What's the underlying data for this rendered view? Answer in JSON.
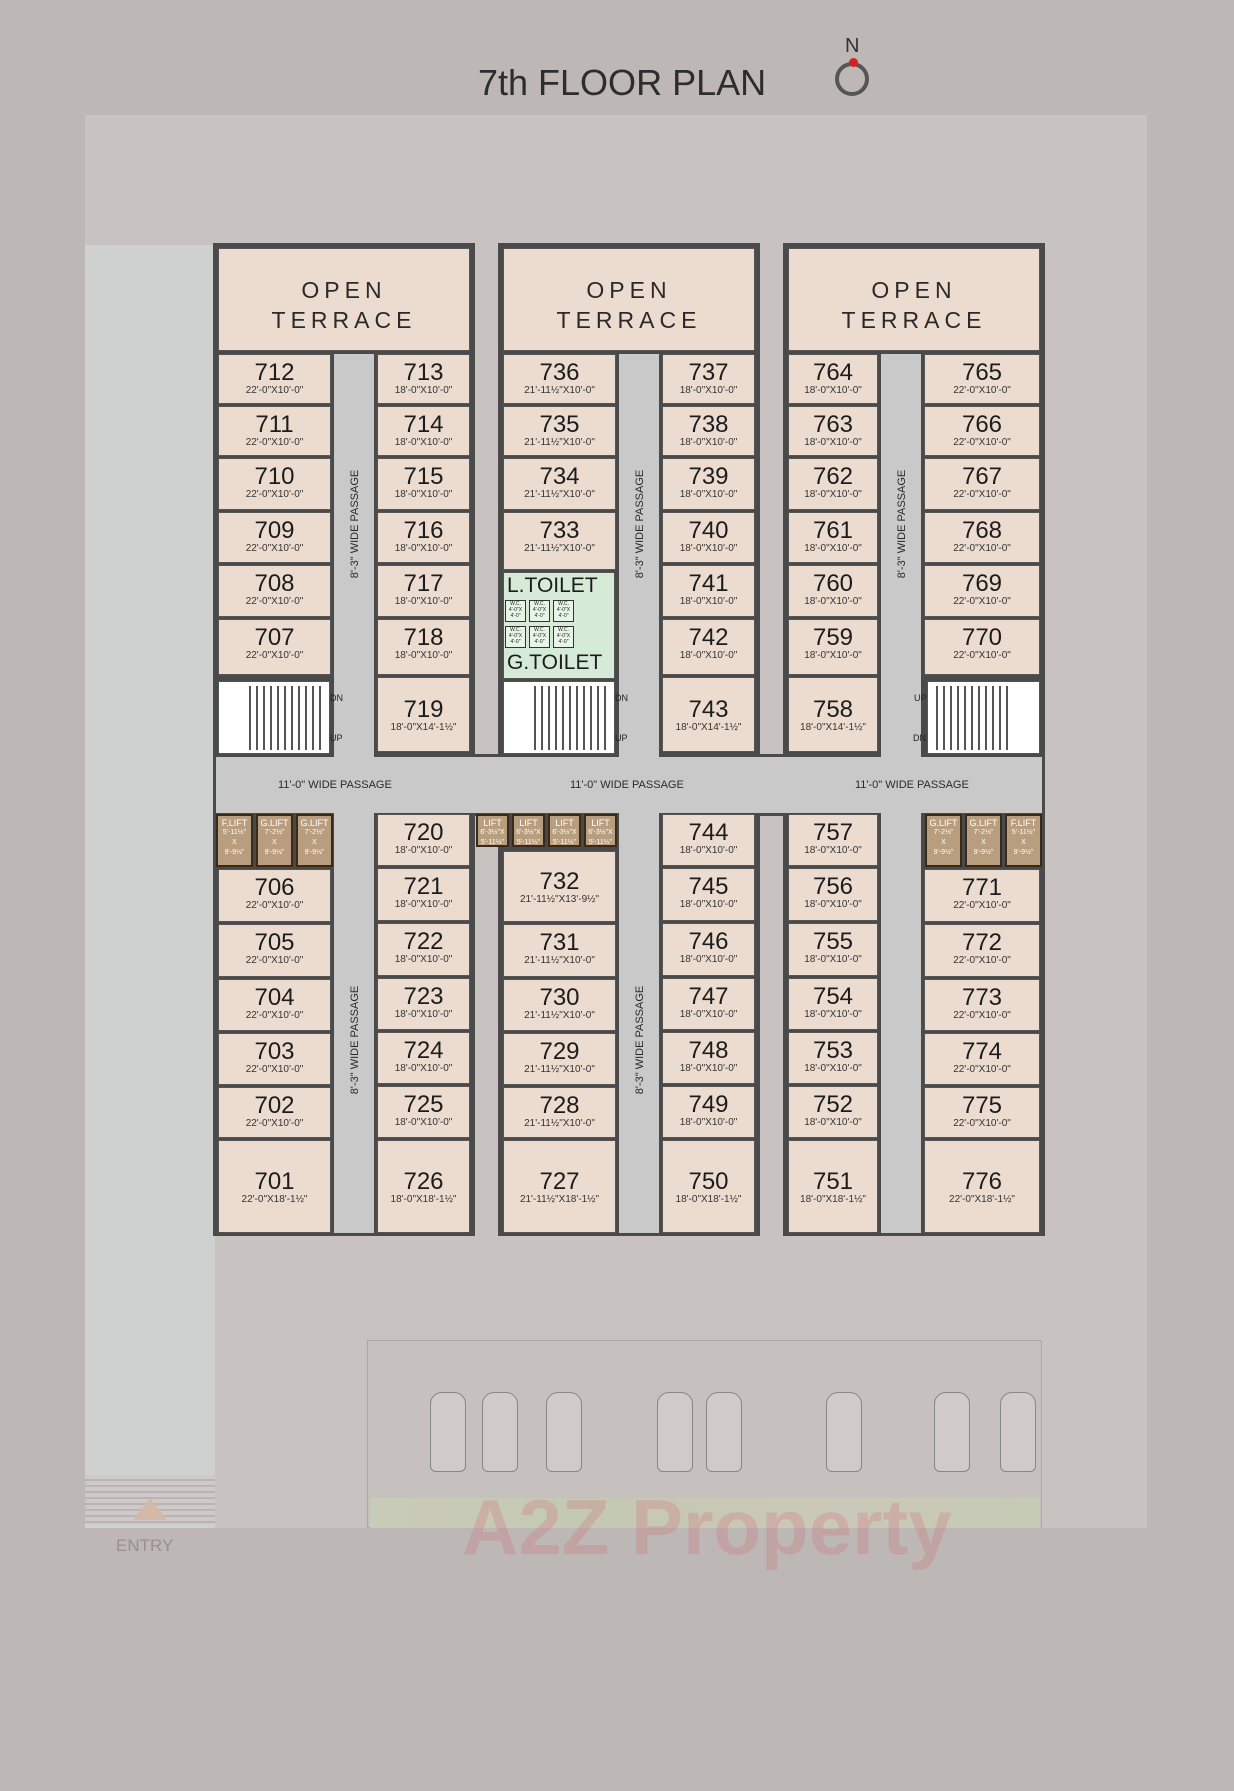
{
  "title": "7th FLOOR  PLAN",
  "compass_letter": "N",
  "entry_label": "ENTRY",
  "watermark": "A2Z Property",
  "terrace_word1": "OPEN",
  "terrace_word2": "TERRACE",
  "passage_11": "11'-0\"  WIDE PASSAGE",
  "passage_8": "8'-3\"  WIDE PASSAGE",
  "toilets": {
    "ladies": "L.TOILET",
    "gents": "G.TOILET",
    "wc_label": "W.C.",
    "wc_dim": "4'-0\"X 4'-0\""
  },
  "stairs": {
    "up": "UP",
    "down": "DN"
  },
  "colors": {
    "unit": "#ecdcd0",
    "toilet": "#d6ead8",
    "lift": "#b89e7e",
    "site": "#c8c2c0",
    "passage": "#c9c9c9"
  },
  "lifts_a": [
    {
      "name": "F.LIFT",
      "dim": "5'-11½\"",
      "x": "X",
      "dim2": "9'-9½\""
    },
    {
      "name": "G.LIFT",
      "dim": "7'-2½\"",
      "x": "X",
      "dim2": "9'-9½\""
    },
    {
      "name": "G.LIFT",
      "dim": "7'-2½\"",
      "x": "X",
      "dim2": "9'-9½\""
    }
  ],
  "lifts_b": [
    {
      "name": "LIFT",
      "dim": "6'-3½\"X 5'-11½\""
    },
    {
      "name": "LIFT",
      "dim": "6'-3½\"X 5'-11½\""
    },
    {
      "name": "LIFT",
      "dim": "6'-3½\"X 5'-11½\""
    },
    {
      "name": "LIFT",
      "dim": "6'-3½\"X 5'-11½\""
    }
  ],
  "lifts_c": [
    {
      "name": "G.LIFT",
      "dim": "7'-2½\"",
      "x": "X",
      "dim2": "9'-9½\""
    },
    {
      "name": "G.LIFT",
      "dim": "7'-2½\"",
      "x": "X",
      "dim2": "9'-9½\""
    },
    {
      "name": "F.LIFT",
      "dim": "5'-11½\"",
      "x": "X",
      "dim2": "9'-9½\""
    }
  ],
  "units": {
    "a_left_top": [
      {
        "num": "712",
        "dim": "22'-0\"X10'-0\""
      },
      {
        "num": "711",
        "dim": "22'-0\"X10'-0\""
      },
      {
        "num": "710",
        "dim": "22'-0\"X10'-0\""
      },
      {
        "num": "709",
        "dim": "22'-0\"X10'-0\""
      },
      {
        "num": "708",
        "dim": "22'-0\"X10'-0\""
      },
      {
        "num": "707",
        "dim": "22'-0\"X10'-0\""
      }
    ],
    "a_right_top": [
      {
        "num": "713",
        "dim": "18'-0\"X10'-0\""
      },
      {
        "num": "714",
        "dim": "18'-0\"X10'-0\""
      },
      {
        "num": "715",
        "dim": "18'-0\"X10'-0\""
      },
      {
        "num": "716",
        "dim": "18'-0\"X10'-0\""
      },
      {
        "num": "717",
        "dim": "18'-0\"X10'-0\""
      },
      {
        "num": "718",
        "dim": "18'-0\"X10'-0\""
      },
      {
        "num": "719",
        "dim": "18'-0\"X14'-1½\""
      }
    ],
    "b_left_top": [
      {
        "num": "736",
        "dim": "21'-11½\"X10'-0\""
      },
      {
        "num": "735",
        "dim": "21'-11½\"X10'-0\""
      },
      {
        "num": "734",
        "dim": "21'-11½\"X10'-0\""
      },
      {
        "num": "733",
        "dim": "21'-11½\"X10'-0\""
      }
    ],
    "b_right_top": [
      {
        "num": "737",
        "dim": "18'-0\"X10'-0\""
      },
      {
        "num": "738",
        "dim": "18'-0\"X10'-0\""
      },
      {
        "num": "739",
        "dim": "18'-0\"X10'-0\""
      },
      {
        "num": "740",
        "dim": "18'-0\"X10'-0\""
      },
      {
        "num": "741",
        "dim": "18'-0\"X10'-0\""
      },
      {
        "num": "742",
        "dim": "18'-0\"X10'-0\""
      },
      {
        "num": "743",
        "dim": "18'-0\"X14'-1½\""
      }
    ],
    "c_left_top": [
      {
        "num": "764",
        "dim": "18'-0\"X10'-0\""
      },
      {
        "num": "763",
        "dim": "18'-0\"X10'-0\""
      },
      {
        "num": "762",
        "dim": "18'-0\"X10'-0\""
      },
      {
        "num": "761",
        "dim": "18'-0\"X10'-0\""
      },
      {
        "num": "760",
        "dim": "18'-0\"X10'-0\""
      },
      {
        "num": "759",
        "dim": "18'-0\"X10'-0\""
      },
      {
        "num": "758",
        "dim": "18'-0\"X14'-1½\""
      }
    ],
    "c_right_top": [
      {
        "num": "765",
        "dim": "22'-0\"X10'-0\""
      },
      {
        "num": "766",
        "dim": "22'-0\"X10'-0\""
      },
      {
        "num": "767",
        "dim": "22'-0\"X10'-0\""
      },
      {
        "num": "768",
        "dim": "22'-0\"X10'-0\""
      },
      {
        "num": "769",
        "dim": "22'-0\"X10'-0\""
      },
      {
        "num": "770",
        "dim": "22'-0\"X10'-0\""
      }
    ],
    "a_left_bot": [
      {
        "num": "706",
        "dim": "22'-0\"X10'-0\""
      },
      {
        "num": "705",
        "dim": "22'-0\"X10'-0\""
      },
      {
        "num": "704",
        "dim": "22'-0\"X10'-0\""
      },
      {
        "num": "703",
        "dim": "22'-0\"X10'-0\""
      },
      {
        "num": "702",
        "dim": "22'-0\"X10'-0\""
      },
      {
        "num": "701",
        "dim": "22'-0\"X18'-1½\""
      }
    ],
    "a_right_bot": [
      {
        "num": "720",
        "dim": "18'-0\"X10'-0\""
      },
      {
        "num": "721",
        "dim": "18'-0\"X10'-0\""
      },
      {
        "num": "722",
        "dim": "18'-0\"X10'-0\""
      },
      {
        "num": "723",
        "dim": "18'-0\"X10'-0\""
      },
      {
        "num": "724",
        "dim": "18'-0\"X10'-0\""
      },
      {
        "num": "725",
        "dim": "18'-0\"X10'-0\""
      },
      {
        "num": "726",
        "dim": "18'-0\"X18'-1½\""
      }
    ],
    "b_left_bot": [
      {
        "num": "732",
        "dim": "21'-11½\"X13'-9½\""
      },
      {
        "num": "731",
        "dim": "21'-11½\"X10'-0\""
      },
      {
        "num": "730",
        "dim": "21'-11½\"X10'-0\""
      },
      {
        "num": "729",
        "dim": "21'-11½\"X10'-0\""
      },
      {
        "num": "728",
        "dim": "21'-11½\"X10'-0\""
      },
      {
        "num": "727",
        "dim": "21'-11½\"X18'-1½\""
      }
    ],
    "b_right_bot": [
      {
        "num": "744",
        "dim": "18'-0\"X10'-0\""
      },
      {
        "num": "745",
        "dim": "18'-0\"X10'-0\""
      },
      {
        "num": "746",
        "dim": "18'-0\"X10'-0\""
      },
      {
        "num": "747",
        "dim": "18'-0\"X10'-0\""
      },
      {
        "num": "748",
        "dim": "18'-0\"X10'-0\""
      },
      {
        "num": "749",
        "dim": "18'-0\"X10'-0\""
      },
      {
        "num": "750",
        "dim": "18'-0\"X18'-1½\""
      }
    ],
    "c_left_bot": [
      {
        "num": "757",
        "dim": "18'-0\"X10'-0\""
      },
      {
        "num": "756",
        "dim": "18'-0\"X10'-0\""
      },
      {
        "num": "755",
        "dim": "18'-0\"X10'-0\""
      },
      {
        "num": "754",
        "dim": "18'-0\"X10'-0\""
      },
      {
        "num": "753",
        "dim": "18'-0\"X10'-0\""
      },
      {
        "num": "752",
        "dim": "18'-0\"X10'-0\""
      },
      {
        "num": "751",
        "dim": "18'-0\"X18'-1½\""
      }
    ],
    "c_right_bot": [
      {
        "num": "771",
        "dim": "22'-0\"X10'-0\""
      },
      {
        "num": "772",
        "dim": "22'-0\"X10'-0\""
      },
      {
        "num": "773",
        "dim": "22'-0\"X10'-0\""
      },
      {
        "num": "774",
        "dim": "22'-0\"X10'-0\""
      },
      {
        "num": "775",
        "dim": "22'-0\"X10'-0\""
      },
      {
        "num": "776",
        "dim": "22'-0\"X18'-1½\""
      }
    ]
  }
}
